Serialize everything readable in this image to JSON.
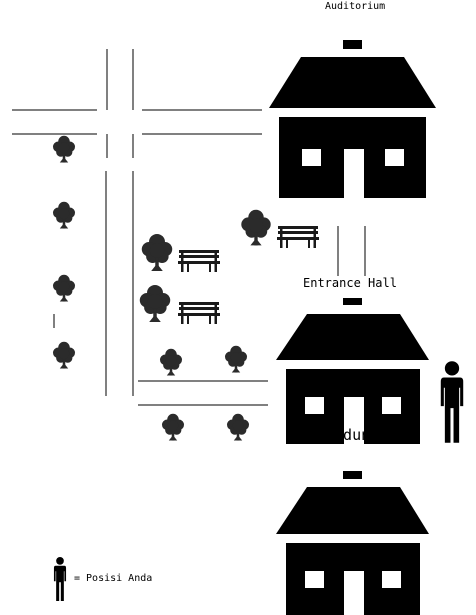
{
  "buildings": {
    "auditorium": {
      "label": "Auditorium"
    },
    "entrance_hall": {
      "label": "Entrance Hall"
    },
    "gedung_3": {
      "label": "Gedung 3"
    }
  },
  "legend": {
    "text": "= Posisi Anda",
    "icon": "person-icon"
  },
  "colors": {
    "ink": "#000000",
    "background": "#ffffff"
  }
}
